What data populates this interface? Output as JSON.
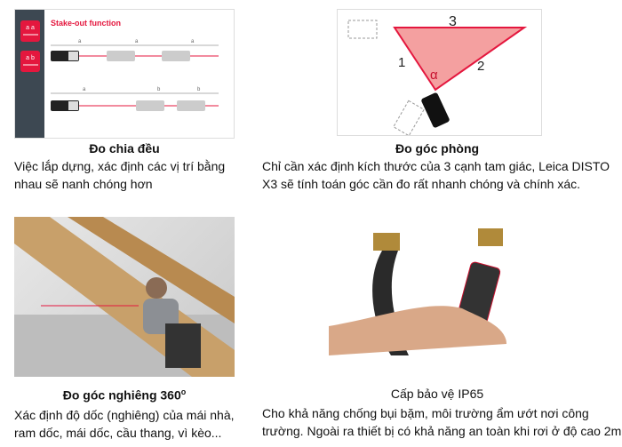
{
  "features": [
    {
      "title": "Đo chia đều",
      "description": [
        "Việc lắp dựng, xác định các vị trí bằng",
        "nhau sẽ nanh chóng hơn"
      ],
      "image": {
        "heading": "Stake-out function",
        "icon1": "a a",
        "icon2": "a b",
        "labels_row1": [
          "a",
          "a",
          "a"
        ],
        "labels_row2": [
          "a",
          "b",
          "b"
        ]
      }
    },
    {
      "title": "Đo góc phòng",
      "description": [
        "Chỉ cần xác định kích thước của 3 cạnh tam giác,  Leica DISTO",
        "X3 sẽ tính toán góc cần đo rất nhanh chóng và chính xác."
      ],
      "image": {
        "side1": "1",
        "side2": "2",
        "side3": "3",
        "angle": "α"
      }
    },
    {
      "title": "Đo góc nghiêng 360",
      "title_sup": "o",
      "description": [
        "Xác định độ dốc (nghiêng) của mái nhà,",
        "ram dốc, mái dốc, cầu thang, vì kèo..."
      ]
    },
    {
      "title": "Cấp bảo vệ IP65",
      "description": [
        "Cho khả năng chống bụi bặm, môi trường ẩm ướt nơi công",
        "trường. Ngoài ra thiết bị có khả năng an toàn khi rơi ở độ cao 2m"
      ]
    }
  ],
  "colors": {
    "accent": "#e4173e",
    "sidebar": "#3d4852",
    "triangle": "#f08a8a"
  }
}
